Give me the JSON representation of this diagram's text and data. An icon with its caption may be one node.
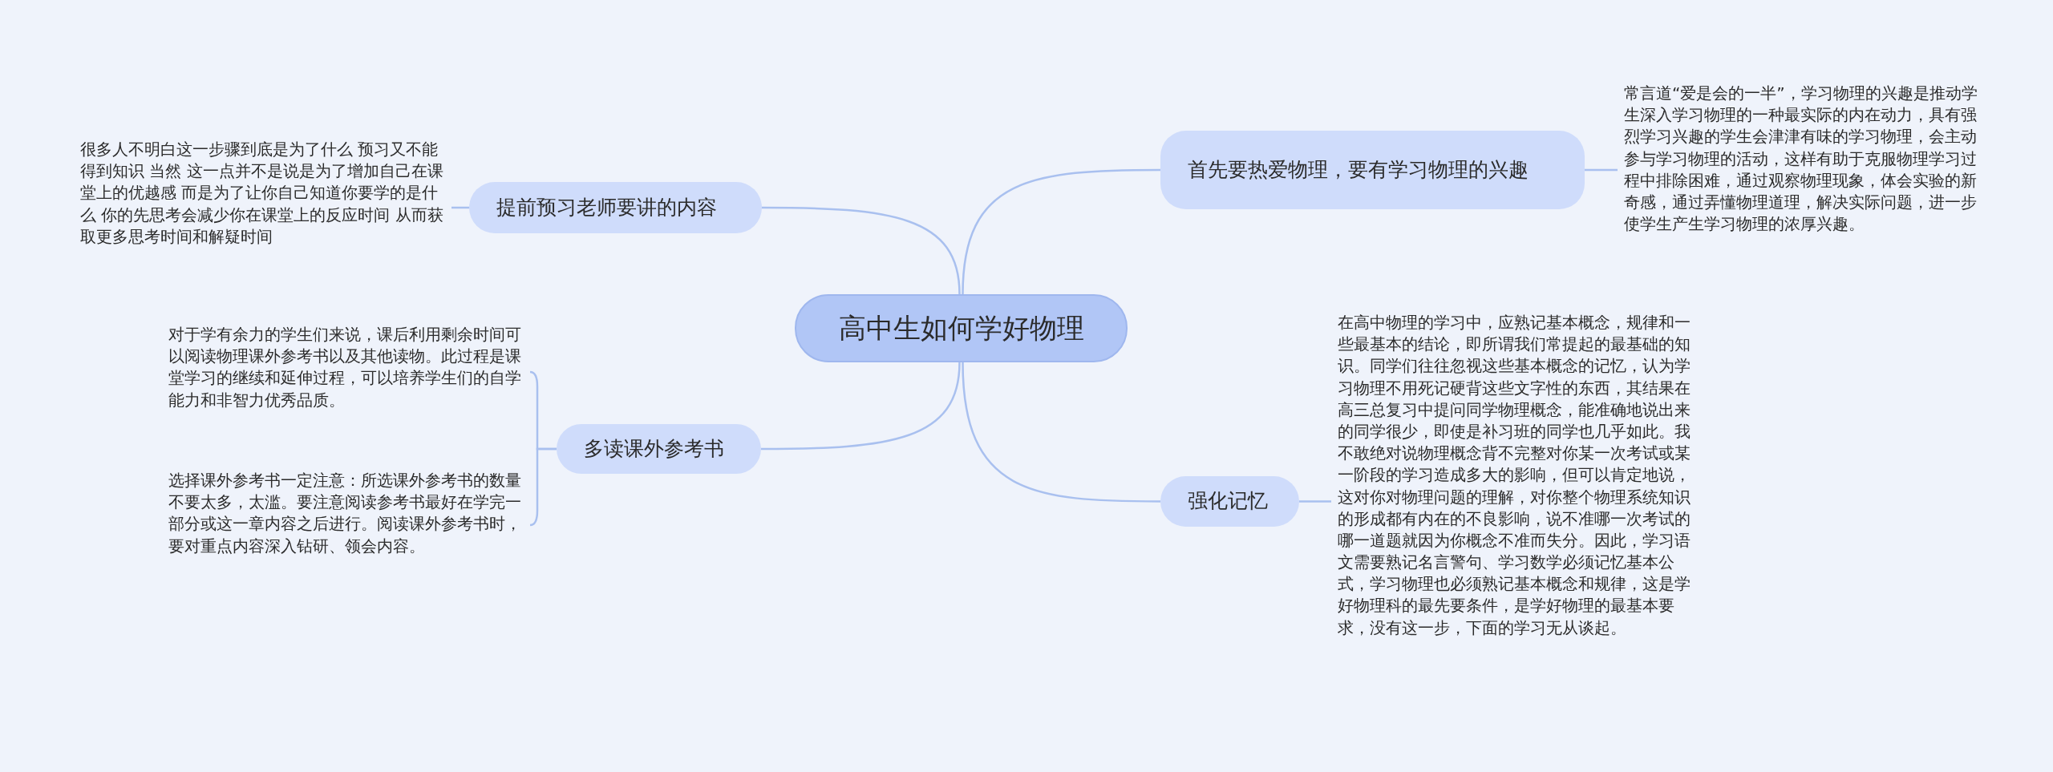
{
  "diagram": {
    "nodes": [
      {
        "text": [
          "高中生如何学好物理"
        ]
      },
      {
        "text": [
          "首先要热爱物理，要有学习物理的兴趣"
        ]
      },
      {
        "text": [
          "常言道“爱是会的一半”，学习物理的兴趣是推动学生深入学习物理的一种最实际的内在动力，具有强烈学习兴趣的学生会津津有味的学习物理，会主动参与学习物理的活动，这样有助于克服物理学习过程中排除困难，通过观察物理现象，体会实验的新奇感，通过弄懂物理道理，解决实际问题，进一步使学生产生学习物理的浓厚兴趣。"
        ]
      },
      {
        "text": [
          "提前预习老师要讲的内容"
        ]
      },
      {
        "text": [
          "很多人不明白这一步骤到底是为了什么 预习又不能得到知识 当然 这一点并不是说是为了增加自己在课堂上的优越感 而是为了让你自己知道你要学的是什么 你的先思考会减少你在课堂上的反应时间 从而获取更多思考时间和解疑时间"
        ]
      },
      {
        "text": [
          "多读课外参考书"
        ]
      },
      {
        "text": [
          "对于学有余力的学生们来说，课后利用剩余时间可以阅读物理课外参考书以及其他读物。此过程是课堂学习的继续和延伸过程，可以培养学生们的自学能力和非智力优秀品质。"
        ]
      },
      {
        "text": [
          "选择课外参考书一定注意：所选课外参考书的数量不要太多，太滥。要注意阅读参考书最好在学完一部分或这一章内容之后进行。阅读课外参考书时，要对重点内容深入钻研、领会内容。"
        ]
      },
      {
        "text": [
          "强化记忆"
        ]
      },
      {
        "text": [
          "在高中物理的学习中，应熟记基本概念，规律和一些最基本的结论，即所谓我们常提起的最基础的知识。同学们往往忽视这些基本概念的记忆，认为学习物理不用死记硬背这些文字性的东西，其结果在高三总复习中提问同学物理概念，能准确地说出来的同学很少，即使是补习班的同学也几乎如此。我不敢绝对说物理概念背不完整对你某一次考试或某一阶段的学习造成多大的影响，但可以肯定地说，这对你对物理问题的理解，对你整个物理系统知识的形成都有内在的不良影响，说不准哪一次考试的哪一道题就因为你概念不准而失分。因此，学习语文需要熟记名言警句、学习数学必须记忆基本公式，学习物理也必须熟记基本概念和规律，这是学好物理科的最先要条件，是学好物理的最基本要求，没有这一步，下面的学习无从谈起。"
        ]
      }
    ],
    "edges": [
      {
        "from": 0,
        "to": 1,
        "arrow": "none"
      },
      {
        "from": 0,
        "to": 3,
        "arrow": "none"
      },
      {
        "from": 0,
        "to": 5,
        "arrow": "none"
      },
      {
        "from": 0,
        "to": 8,
        "arrow": "none"
      },
      {
        "from": 1,
        "to": 2,
        "arrow": "none"
      },
      {
        "from": 3,
        "to": 4,
        "arrow": "none"
      },
      {
        "from": 5,
        "to": 6,
        "arrow": "none"
      },
      {
        "from": 5,
        "to": 7,
        "arrow": "none"
      },
      {
        "from": 8,
        "to": 9,
        "arrow": "none"
      }
    ]
  }
}
